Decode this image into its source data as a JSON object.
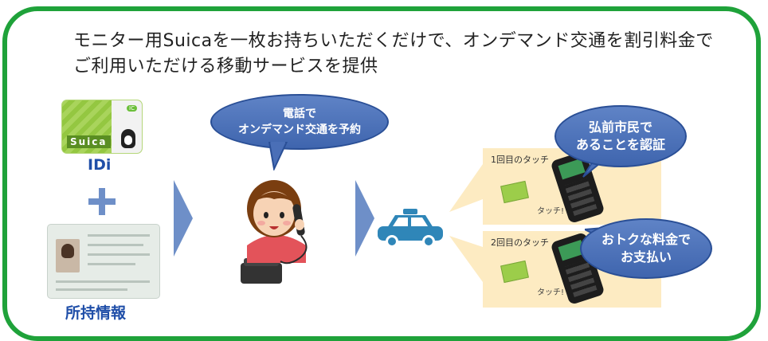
{
  "headline": {
    "line1": "モニター用Suicaを一枚お持ちいただくだけで、オンデマンド交通を割引料金で",
    "line2": "ご利用いただける移動サービスを提供"
  },
  "left": {
    "card_logo": "Suica",
    "idi_label": "IDi",
    "possession_label": "所持情報"
  },
  "phone_bubble": {
    "line1": "電話で",
    "line2": "オンデマンド交通を予約"
  },
  "touch_panels": [
    {
      "title": "1回目のタッチ",
      "touch_text": "タッチ!"
    },
    {
      "title": "2回目のタッチ",
      "touch_text": "タッチ!"
    }
  ],
  "resident_bubble": {
    "line1": "弘前市民で",
    "line2": "あることを認証"
  },
  "discount_bubble": {
    "line1": "おトクな料金で",
    "line2": "お支払い"
  },
  "colors": {
    "frame": "#1fa23a",
    "accent_blue": "#1f4ea8",
    "bubble": "#4a6fb7",
    "panel": "#fdebc2",
    "taxi": "#2f86b8"
  }
}
